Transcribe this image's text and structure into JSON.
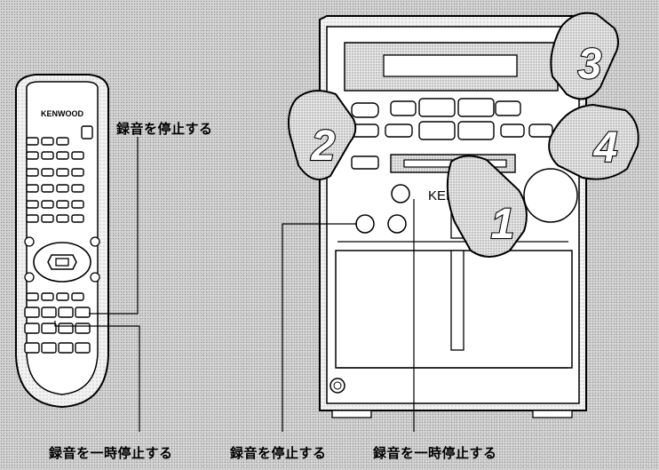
{
  "brand": "KENWOOD",
  "brand_partial": "KEN",
  "labels": {
    "remote_stop": "録音を停止する",
    "remote_pause": "録音を一時停止する",
    "unit_stop": "録音を停止する",
    "unit_pause": "録音を一時停止する"
  },
  "step_numbers": [
    "1",
    "2",
    "3",
    "4"
  ]
}
